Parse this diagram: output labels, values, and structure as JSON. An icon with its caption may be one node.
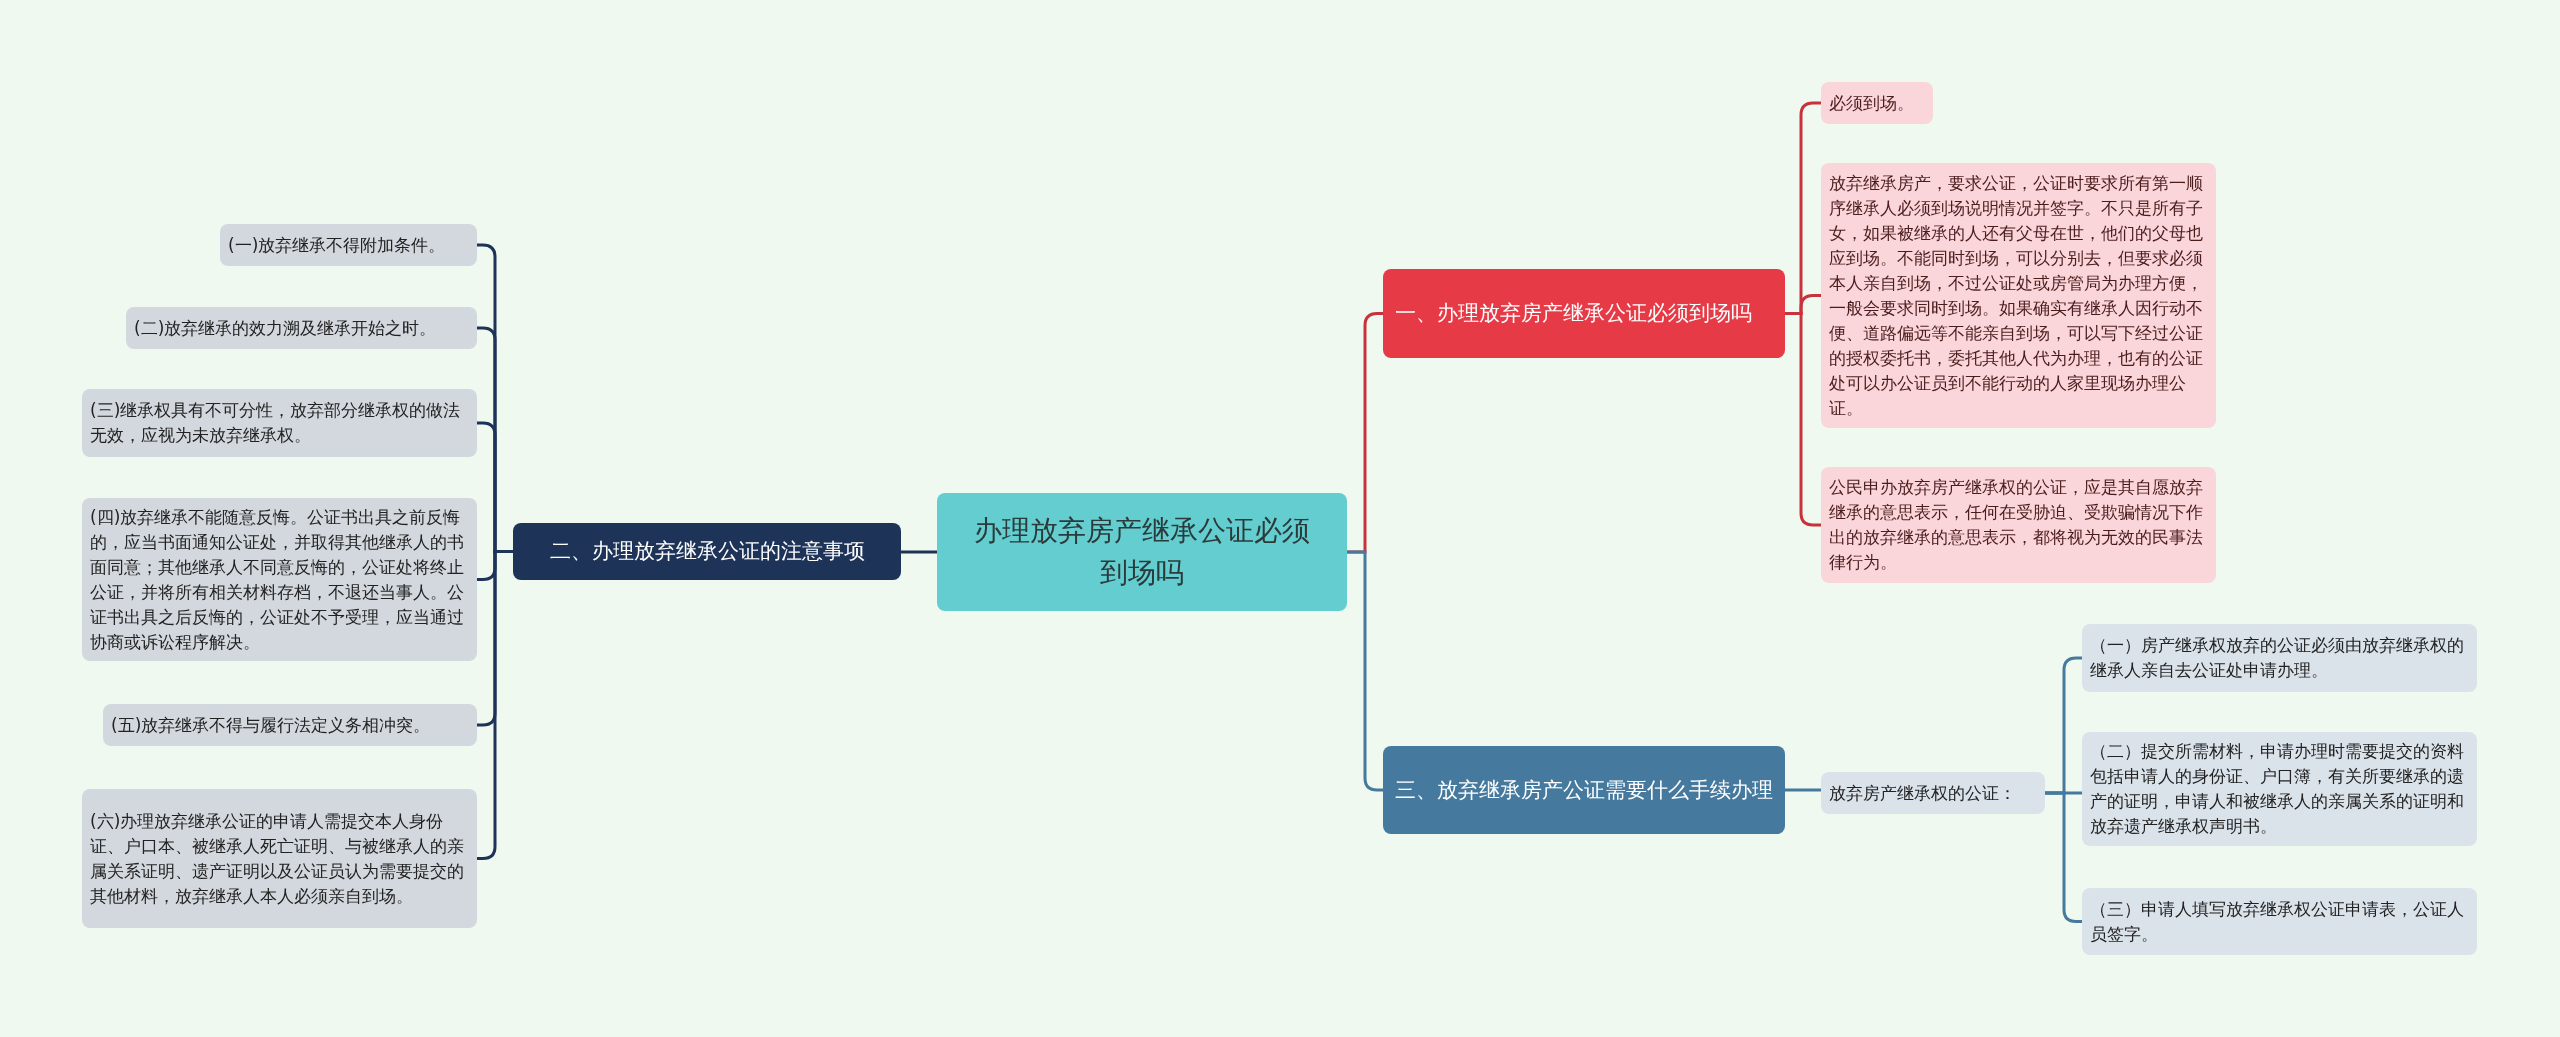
{
  "diagram": {
    "nodes": [
      {
        "text": [
          "办理放弃房产继承公证必须到场吗"
        ]
      },
      {
        "text": [
          "一、办理放弃房产继承公证必须到场吗"
        ]
      },
      {
        "text": [
          "必须到场。"
        ]
      },
      {
        "text": [
          "放弃继承房产，要求公证，公证时要求所有第一顺序继承人必须到场说明情况并签字。不只是所有子女，如果被继承的人还有父母在世，他们的父母也应到场。不能同时到场，可以分别去，但要求必须本人亲自到场，不过公证处或房管局为办理方便，一般会要求同时到场。如果确实有继承人因行动不便、道路偏远等不能亲自到场，可以写下经过公证的授权委托书，委托其他人代为办理，也有的公证处可以办公证员到不能行动的人家里现场办理公证。"
        ]
      },
      {
        "text": [
          "公民申办放弃房产继承权的公证，应是其自愿放弃继承的意思表示，任何在受胁迫、受欺骗情况下作出的放弃继承的意思表示，都将视为无效的民事法律行为。"
        ]
      },
      {
        "text": [
          "二、办理放弃继承公证的注意事项"
        ]
      },
      {
        "text": [
          "(一)放弃继承不得附加条件。"
        ]
      },
      {
        "text": [
          "(二)放弃继承的效力溯及继承开始之时。"
        ]
      },
      {
        "text": [
          "(三)继承权具有不可分性，放弃部分继承权的做法无效，应视为未放弃继承权。"
        ]
      },
      {
        "text": [
          "(四)放弃继承不能随意反悔。公证书出具之前反悔的，应当书面通知公证处，并取得其他继承人的书面同意；其他继承人不同意反悔的，公证处将终止公证，并将所有相关材料存档，不退还当事人。公证书出具之后反悔的，公证处不予受理，应当通过协商或诉讼程序解决。"
        ]
      },
      {
        "text": [
          "(五)放弃继承不得与履行法定义务相冲突。"
        ]
      },
      {
        "text": [
          "(六)办理放弃继承公证的申请人需提交本人身份证、户口本、被继承人死亡证明、与被继承人的亲属关系证明、遗产证明以及公证员认为需要提交的其他材料，放弃继承人本人必须亲自到场。"
        ]
      },
      {
        "text": [
          "三、放弃继承房产公证需要什么手续办理"
        ]
      },
      {
        "text": [
          "放弃房产继承权的公证："
        ]
      },
      {
        "text": [
          "（一）房产继承权放弃的公证必须由放弃继承权的继承人亲自去公证处申请办理。"
        ]
      },
      {
        "text": [
          "（二）提交所需材料，申请办理时需要提交的资料包括申请人的身份证、户口簿，有关所要继承的遗产的证明，申请人和被继承人的亲属关系的证明和放弃遗产继承权声明书。"
        ]
      },
      {
        "text": [
          "（三）申请人填写放弃继承权公证申请表，公证人员签字。"
        ]
      }
    ],
    "edges": [
      {
        "from": 0,
        "to": 1,
        "arrow": "none",
        "color": "#c8323c"
      },
      {
        "from": 1,
        "to": 2,
        "arrow": "none",
        "color": "#c8323c"
      },
      {
        "from": 1,
        "to": 3,
        "arrow": "none",
        "color": "#c8323c"
      },
      {
        "from": 1,
        "to": 4,
        "arrow": "none",
        "color": "#c8323c"
      },
      {
        "from": 0,
        "to": 5,
        "arrow": "none"
      },
      {
        "from": 5,
        "to": 6,
        "arrow": "none"
      },
      {
        "from": 5,
        "to": 7,
        "arrow": "none"
      },
      {
        "from": 5,
        "to": 8,
        "arrow": "none"
      },
      {
        "from": 5,
        "to": 9,
        "arrow": "none"
      },
      {
        "from": 5,
        "to": 10,
        "arrow": "none"
      },
      {
        "from": 5,
        "to": 11,
        "arrow": "none"
      },
      {
        "from": 0,
        "to": 12,
        "arrow": "none",
        "color": "#46799e"
      },
      {
        "from": 12,
        "to": 13,
        "arrow": "none",
        "color": "#46799e"
      },
      {
        "from": 13,
        "to": 14,
        "arrow": "none",
        "color": "#46799e"
      },
      {
        "from": 13,
        "to": 15,
        "arrow": "none",
        "color": "#46799e"
      },
      {
        "from": 13,
        "to": 16,
        "arrow": "none",
        "color": "#46799e"
      }
    ]
  }
}
